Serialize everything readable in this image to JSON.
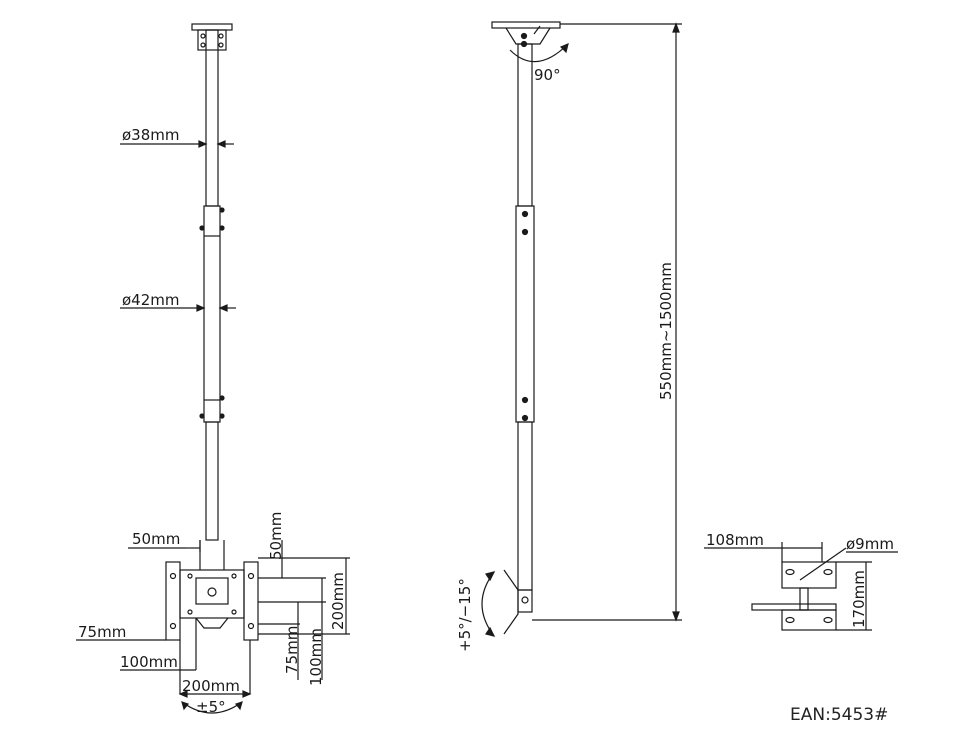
{
  "front_view": {
    "diameter_upper": "ø38mm",
    "diameter_lower": "ø42mm",
    "width_50": "50mm",
    "height_50": "50mm",
    "height_200": "200mm",
    "width_75": "75mm",
    "height_75": "75mm",
    "width_100": "100mm",
    "height_100": "100mm",
    "width_200": "200mm",
    "swivel": "±5°"
  },
  "side_view": {
    "ceiling_rotation": "90°",
    "length_range": "550mm~1500mm",
    "tilt_range": "+5°/−15°"
  },
  "plate_view": {
    "width_108": "108mm",
    "hole_diameter": "ø9mm",
    "height_170": "170mm"
  },
  "ean": "EAN:5453#",
  "colors": {
    "line": "#1a1a1a",
    "background": "#ffffff"
  }
}
